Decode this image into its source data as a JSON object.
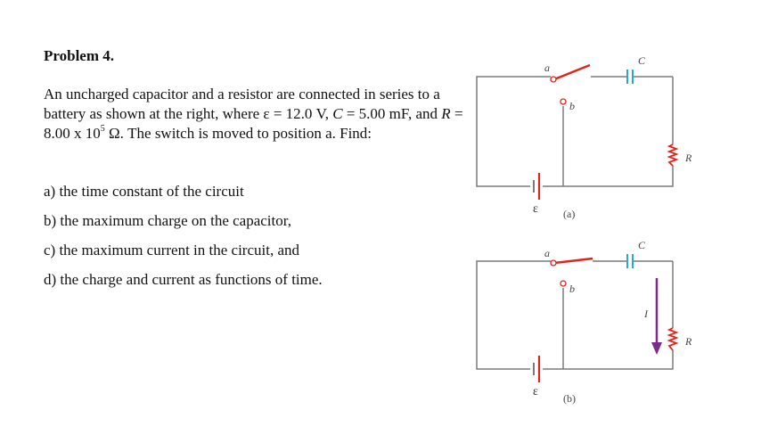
{
  "problem": {
    "title": "Problem 4.",
    "intro": {
      "p1": "An uncharged capacitor and a resistor are connected in series to a battery as shown at the right, where ε = 12.0 V, ",
      "c_sym": "C",
      "p2": " = 5.00 mF, and ",
      "r_sym": "R",
      "p3": " = 8.00 x 10",
      "exp": "5",
      "p4": " Ω.  The switch is moved to position a.  Find:"
    },
    "questions": {
      "a": "a) the time constant of the circuit",
      "b": "b) the maximum charge on the capacitor,",
      "c": "c) the maximum current in the circuit, and",
      "d": "d) the charge and current as functions of time."
    }
  },
  "figures": {
    "a": {
      "caption": "(a)",
      "label_a": "a",
      "label_b": "b",
      "label_C": "C",
      "label_R": "R",
      "label_emf": "ε"
    },
    "b": {
      "caption": "(b)",
      "label_a": "a",
      "label_b": "b",
      "label_C": "C",
      "label_R": "R",
      "label_I": "I",
      "label_emf": "ε"
    }
  },
  "colors": {
    "wire": "#7a7a7a",
    "switch": "#e2231a",
    "capacitor": "#2aa7d6",
    "resistor": "#e2231a",
    "battery": "#e2231a",
    "current_arrow": "#7d2b8a"
  }
}
